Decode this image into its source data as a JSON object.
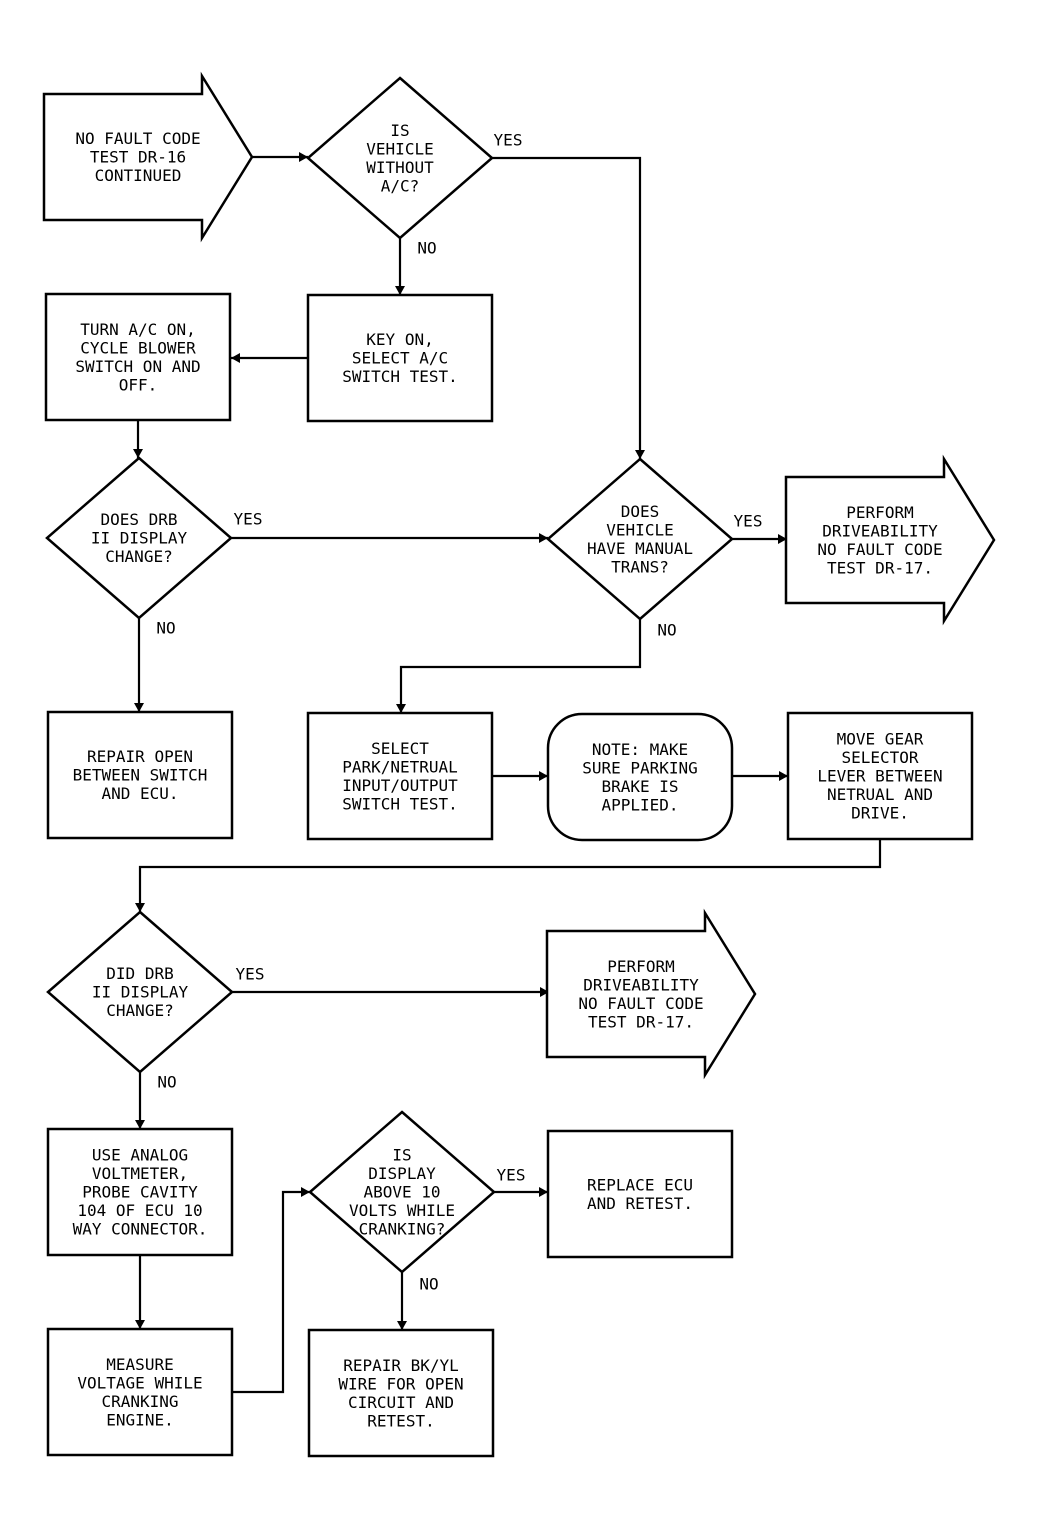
{
  "nodes": {
    "start": {
      "shape": "arrow",
      "lines": [
        "NO FAULT CODE",
        "TEST DR-16",
        "CONTINUED"
      ]
    },
    "q_ac": {
      "shape": "diamond",
      "lines": [
        "IS",
        "VEHICLE",
        "WITHOUT",
        "A/C?"
      ]
    },
    "key_on": {
      "shape": "rect",
      "lines": [
        "KEY ON,",
        "SELECT A/C",
        "SWITCH TEST."
      ]
    },
    "turn_ac": {
      "shape": "rect",
      "lines": [
        "TURN A/C ON,",
        "CYCLE BLOWER",
        "SWITCH ON AND",
        "OFF."
      ]
    },
    "q_drb1": {
      "shape": "diamond",
      "lines": [
        "DOES DRB",
        "II DISPLAY",
        "CHANGE?"
      ]
    },
    "repair_open": {
      "shape": "rect",
      "lines": [
        "REPAIR OPEN",
        "BETWEEN SWITCH",
        "AND ECU."
      ]
    },
    "q_manual": {
      "shape": "diamond",
      "lines": [
        "DOES",
        "VEHICLE",
        "HAVE MANUAL",
        "TRANS?"
      ]
    },
    "perform1": {
      "shape": "arrow",
      "lines": [
        "PERFORM",
        "DRIVEABILITY",
        "NO FAULT CODE",
        "TEST DR-17."
      ]
    },
    "select_park": {
      "shape": "rect",
      "lines": [
        "SELECT",
        "PARK/NETRUAL",
        "INPUT/OUTPUT",
        "SWITCH TEST."
      ]
    },
    "note": {
      "shape": "rounded",
      "lines": [
        "NOTE: MAKE",
        "SURE PARKING",
        "BRAKE IS",
        "APPLIED."
      ]
    },
    "move_gear": {
      "shape": "rect",
      "lines": [
        "MOVE GEAR",
        "SELECTOR",
        "LEVER BETWEEN",
        "NETRUAL AND",
        "DRIVE."
      ]
    },
    "q_drb2": {
      "shape": "diamond",
      "lines": [
        "DID DRB",
        "II DISPLAY",
        "CHANGE?"
      ]
    },
    "perform2": {
      "shape": "arrow",
      "lines": [
        "PERFORM",
        "DRIVEABILITY",
        "NO FAULT CODE",
        "TEST DR-17."
      ]
    },
    "use_analog": {
      "shape": "rect",
      "lines": [
        "USE ANALOG",
        "VOLTMETER,",
        "PROBE CAVITY",
        "104 OF ECU 10",
        "WAY CONNECTOR."
      ]
    },
    "measure": {
      "shape": "rect",
      "lines": [
        "MEASURE",
        "VOLTAGE WHILE",
        "CRANKING",
        "ENGINE."
      ]
    },
    "q_volts": {
      "shape": "diamond",
      "lines": [
        "IS",
        "DISPLAY",
        "ABOVE 10",
        "VOLTS WHILE",
        "CRANKING?"
      ]
    },
    "replace_ecu": {
      "shape": "rect",
      "lines": [
        "REPLACE ECU",
        "AND RETEST."
      ]
    },
    "repair_wire": {
      "shape": "rect",
      "lines": [
        "REPAIR BK/YL",
        "WIRE FOR OPEN",
        "CIRCUIT AND",
        "RETEST."
      ]
    }
  },
  "edges": {
    "start_to_q_ac": {
      "label": ""
    },
    "q_ac_yes": {
      "label": "YES"
    },
    "q_ac_no": {
      "label": "NO"
    },
    "key_on_to_turn_ac": {
      "label": ""
    },
    "turn_ac_to_q_drb1": {
      "label": ""
    },
    "q_drb1_yes": {
      "label": "YES"
    },
    "q_drb1_no": {
      "label": "NO"
    },
    "q_manual_yes": {
      "label": "YES"
    },
    "q_manual_no": {
      "label": "NO"
    },
    "select_park_to_note": {
      "label": ""
    },
    "note_to_move_gear": {
      "label": ""
    },
    "move_gear_to_q_drb2": {
      "label": ""
    },
    "q_drb2_yes": {
      "label": "YES"
    },
    "q_drb2_no": {
      "label": "NO"
    },
    "use_analog_to_measure": {
      "label": ""
    },
    "measure_to_q_volts": {
      "label": ""
    },
    "q_volts_yes": {
      "label": "YES"
    },
    "q_volts_no": {
      "label": "NO"
    }
  }
}
